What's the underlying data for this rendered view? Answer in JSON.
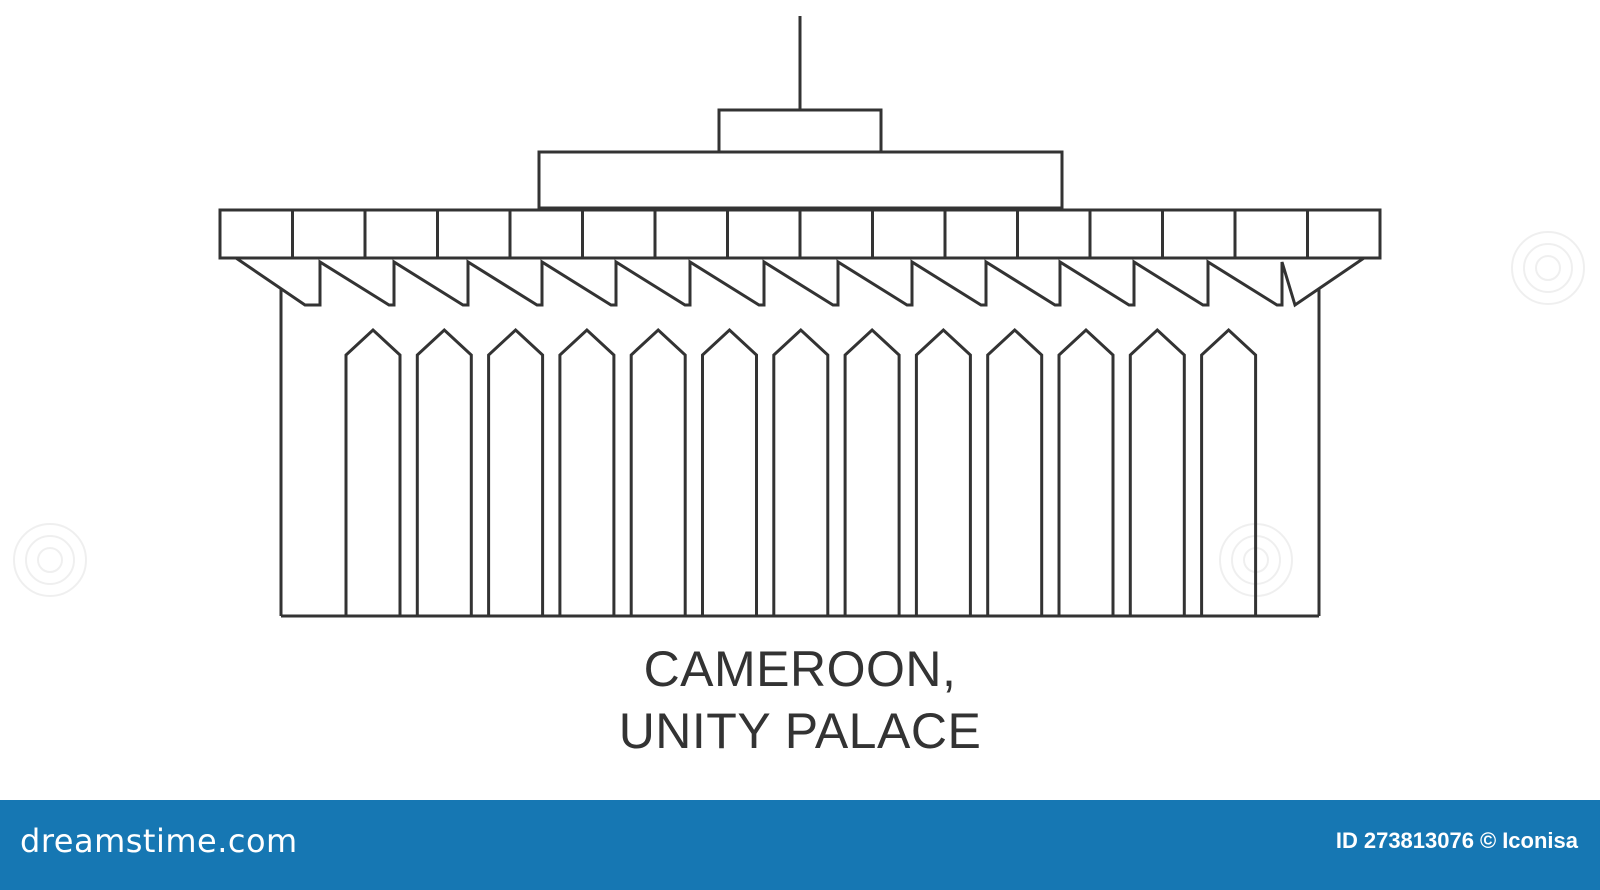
{
  "caption": {
    "line1": "CAMEROON,",
    "line2": "UNITY PALACE"
  },
  "footer": {
    "brand": "dreamstime.com",
    "id_label": "ID",
    "id_value": "273813076",
    "copyright_symbol": "©",
    "author": "Iconisa"
  },
  "colors": {
    "line": "#333333",
    "footer_bar": "#1677b3",
    "footer_text": "#ffffff",
    "background": "#ffffff"
  },
  "icons": {
    "illustration": "unity-palace-line-icon",
    "watermark": "dreamstime-swirl-watermark-icon"
  }
}
